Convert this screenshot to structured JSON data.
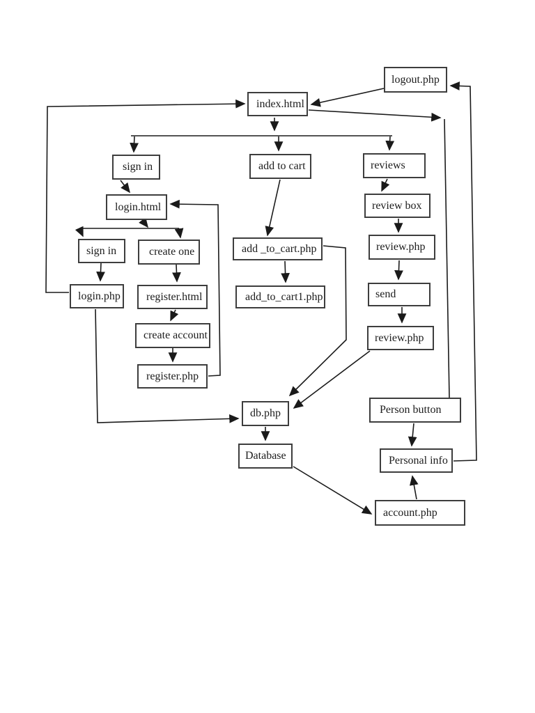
{
  "diagram": {
    "title": "website page flow diagram",
    "colors": {
      "box_border": "#3d3d3d",
      "line": "#1a1a1a",
      "background": "#ffffff",
      "text": "#1c1c1c"
    },
    "nodes": {
      "logout": {
        "label": "logout.php"
      },
      "index": {
        "label": "index.html"
      },
      "signin1": {
        "label": "sign in"
      },
      "addtocart": {
        "label": "add to cart"
      },
      "reviews": {
        "label": "reviews"
      },
      "loginhtml": {
        "label": "login.html"
      },
      "signin2": {
        "label": "sign in"
      },
      "createone": {
        "label": "create one"
      },
      "loginphp": {
        "label": "login.php"
      },
      "registerhtml": {
        "label": "register.html"
      },
      "createaccount": {
        "label": "create account"
      },
      "registerphp": {
        "label": "register.php"
      },
      "addtocartphp": {
        "label": "add _to_cart.php"
      },
      "addtocart1php": {
        "label": "add_to_cart1.php"
      },
      "reviewbox": {
        "label": "review box"
      },
      "reviewphp1": {
        "label": "review.php"
      },
      "send": {
        "label": "send"
      },
      "reviewphp2": {
        "label": "review.php"
      },
      "dbphp": {
        "label": "db.php"
      },
      "database": {
        "label": "Database"
      },
      "personbutton": {
        "label": "Person button"
      },
      "personalinfo": {
        "label": "Personal info"
      },
      "accountphp": {
        "label": "account.php"
      }
    },
    "edges": [
      {
        "from": "index",
        "to": "signin1"
      },
      {
        "from": "index",
        "to": "addtocart"
      },
      {
        "from": "index",
        "to": "reviews"
      },
      {
        "from": "index",
        "to": "personbutton"
      },
      {
        "from": "logout",
        "to": "index"
      },
      {
        "from": "loginphp",
        "to": "index"
      },
      {
        "from": "signin1",
        "to": "loginhtml"
      },
      {
        "from": "loginhtml",
        "to": "signin2"
      },
      {
        "from": "loginhtml",
        "to": "createone"
      },
      {
        "from": "signin2",
        "to": "loginphp"
      },
      {
        "from": "createone",
        "to": "registerhtml"
      },
      {
        "from": "registerhtml",
        "to": "createaccount"
      },
      {
        "from": "createaccount",
        "to": "registerphp"
      },
      {
        "from": "registerphp",
        "to": "loginhtml"
      },
      {
        "from": "loginphp",
        "to": "dbphp"
      },
      {
        "from": "addtocart",
        "to": "addtocartphp"
      },
      {
        "from": "addtocartphp",
        "to": "addtocart1php"
      },
      {
        "from": "addtocartphp",
        "to": "dbphp"
      },
      {
        "from": "reviews",
        "to": "reviewbox"
      },
      {
        "from": "reviewbox",
        "to": "reviewphp1"
      },
      {
        "from": "reviewphp1",
        "to": "send"
      },
      {
        "from": "send",
        "to": "reviewphp2"
      },
      {
        "from": "reviewphp2",
        "to": "dbphp"
      },
      {
        "from": "dbphp",
        "to": "database"
      },
      {
        "from": "database",
        "to": "accountphp"
      },
      {
        "from": "accountphp",
        "to": "personalinfo"
      },
      {
        "from": "personbutton",
        "to": "personalinfo"
      },
      {
        "from": "personalinfo",
        "to": "logout"
      }
    ]
  }
}
